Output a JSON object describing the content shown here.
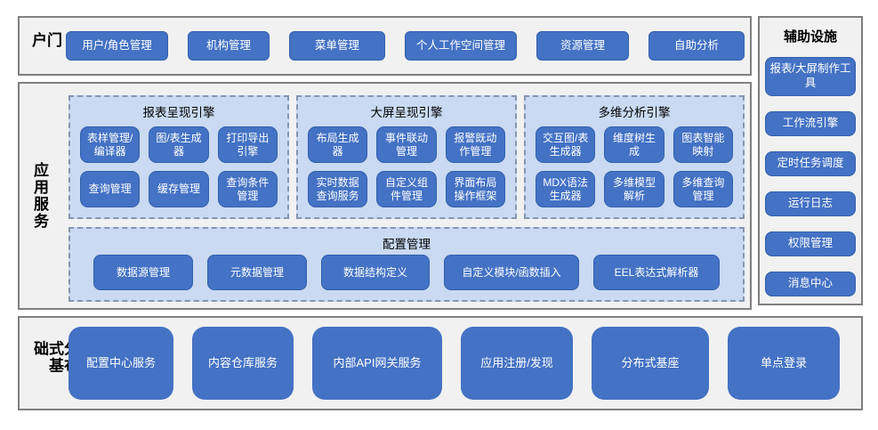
{
  "colors": {
    "button_blue": "#4472C4",
    "panel_light_blue": "#C9DAF2",
    "section_gray": "#F1F1F1",
    "section_border_gray": "#7F7F7F",
    "dashed_border": "#8496B0",
    "button_text": "#FFFFFF"
  },
  "portal": {
    "label": "门户",
    "buttons": [
      "用户/角色管理",
      "机构管理",
      "菜单管理",
      "个人工作空间管理",
      "资源管理",
      "自助分析"
    ]
  },
  "app_services": {
    "label": "应用服务",
    "groups": [
      {
        "title": "报表呈现引擎",
        "buttons": [
          "表样管理/编译器",
          "图/表生成器",
          "打印导出引擎",
          "查询管理",
          "缓存管理",
          "查询条件管理"
        ]
      },
      {
        "title": "大屏呈现引擎",
        "buttons": [
          "布局生成器",
          "事件联动管理",
          "报警既动作管理",
          "实时数据查询服务",
          "自定义组件管理",
          "界面布局操作框架"
        ]
      },
      {
        "title": "多维分析引擎",
        "buttons": [
          "交互图/表生成器",
          "维度树生成",
          "图表智能映射",
          "MDX语法生成器",
          "多维模型解析",
          "多维查询管理"
        ]
      }
    ],
    "config": {
      "title": "配置管理",
      "buttons": [
        "数据源管理",
        "元数据管理",
        "数据结构定义",
        "自定义模块/函数插入",
        "EEL表达式解析器"
      ]
    }
  },
  "auxiliary": {
    "title": "辅助设施",
    "buttons": [
      "报表/大屏制作工具",
      "工作流引擎",
      "定时任务调度",
      "运行日志",
      "权限管理",
      "消息中心"
    ]
  },
  "distributed": {
    "label": "分布式基础",
    "buttons": [
      "配置中心服务",
      "内容仓库服务",
      "内部API网关服务",
      "应用注册/发现",
      "分布式基座",
      "单点登录"
    ]
  }
}
